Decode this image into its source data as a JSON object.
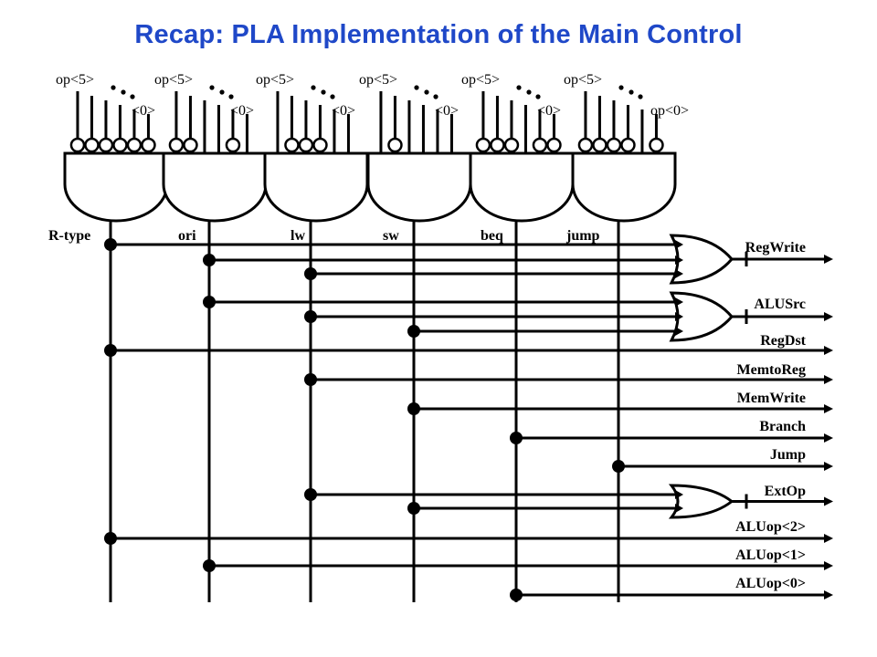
{
  "title": "Recap: PLA Implementation of the Main Control",
  "inputs": {
    "msb": "op<5>",
    "lsb": "<0>",
    "lsb_full": "op<0>"
  },
  "and_gates": [
    {
      "name": "R-type",
      "inverted": [
        true,
        true,
        true,
        true,
        true,
        true
      ]
    },
    {
      "name": "ori",
      "inverted": [
        true,
        true,
        false,
        false,
        true,
        false
      ]
    },
    {
      "name": "lw",
      "inverted": [
        false,
        true,
        true,
        true,
        false,
        false
      ]
    },
    {
      "name": "sw",
      "inverted": [
        false,
        true,
        false,
        false,
        false,
        false
      ]
    },
    {
      "name": "beq",
      "inverted": [
        true,
        true,
        true,
        false,
        true,
        true
      ]
    },
    {
      "name": "jump",
      "inverted": [
        true,
        true,
        true,
        true,
        false,
        true
      ]
    }
  ],
  "outputs": [
    {
      "name": "RegWrite",
      "or_gate": true,
      "sources": [
        "R-type",
        "ori",
        "lw"
      ]
    },
    {
      "name": "ALUSrc",
      "or_gate": true,
      "sources": [
        "ori",
        "lw",
        "sw"
      ]
    },
    {
      "name": "RegDst",
      "or_gate": false,
      "sources": [
        "R-type"
      ]
    },
    {
      "name": "MemtoReg",
      "or_gate": false,
      "sources": [
        "lw"
      ]
    },
    {
      "name": "MemWrite",
      "or_gate": false,
      "sources": [
        "sw"
      ]
    },
    {
      "name": "Branch",
      "or_gate": false,
      "sources": [
        "beq"
      ]
    },
    {
      "name": "Jump",
      "or_gate": false,
      "sources": [
        "jump"
      ]
    },
    {
      "name": "ExtOp",
      "or_gate": true,
      "sources": [
        "lw",
        "sw"
      ]
    },
    {
      "name": "ALUop<2>",
      "or_gate": false,
      "sources": [
        "R-type"
      ]
    },
    {
      "name": "ALUop<1>",
      "or_gate": false,
      "sources": [
        "ori"
      ]
    },
    {
      "name": "ALUop<0>",
      "or_gate": false,
      "sources": [
        "beq"
      ]
    }
  ]
}
